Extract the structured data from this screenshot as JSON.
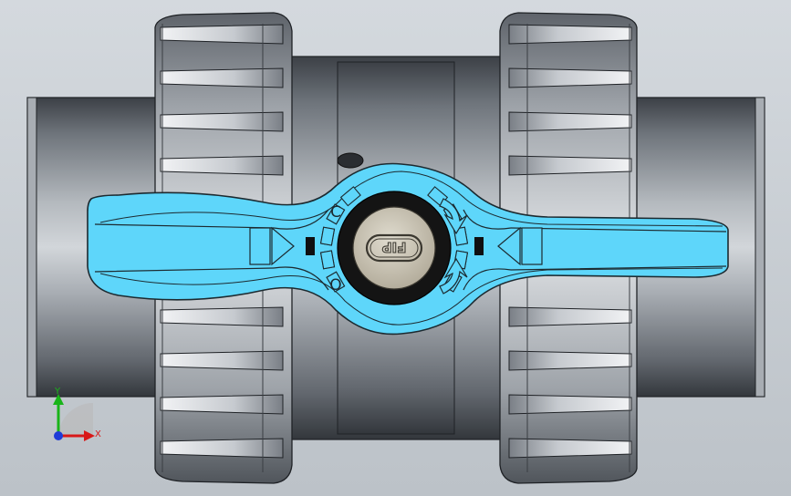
{
  "viewport": {
    "background_top": "#d4d9de",
    "background_bottom": "#bcc2c8"
  },
  "colors": {
    "handle": "#5ed6fa",
    "handle_edge": "#1c2a30",
    "body_light": "#dadde0",
    "body_mid": "#9aa0a6",
    "body_dark": "#4a4f55",
    "stem": "#141414",
    "logo_disc": "#c9c3b4",
    "axis_x": "#d81818",
    "axis_y": "#19b419",
    "axis_z": "#1e3cd8"
  },
  "model": {
    "handle_logo_text": "FIP",
    "open_mark": "C",
    "close_mark": "O"
  },
  "triad": {
    "x_label": "X",
    "y_label": "Y"
  }
}
